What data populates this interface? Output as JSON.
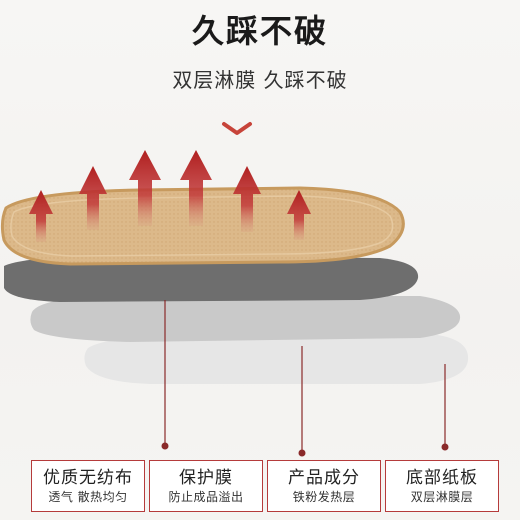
{
  "header": {
    "title": "久踩不破",
    "subtitle": "双层淋膜 久踩不破"
  },
  "colors": {
    "accent_red": "#b52a2a",
    "insole_tan": "#dcb98a",
    "layer_dark": "#6e6e6e",
    "layer_mid": "#c9c9c9",
    "layer_light": "#e6e6e6",
    "label_border": "#b53b3b"
  },
  "layers": [
    {
      "main": "优质无纺布",
      "sub": "透气 散热均匀"
    },
    {
      "main": "保护膜",
      "sub": "防止成品溢出"
    },
    {
      "main": "产品成分",
      "sub": "铁粉发热层"
    },
    {
      "main": "底部纸板",
      "sub": "双层淋膜层"
    }
  ]
}
